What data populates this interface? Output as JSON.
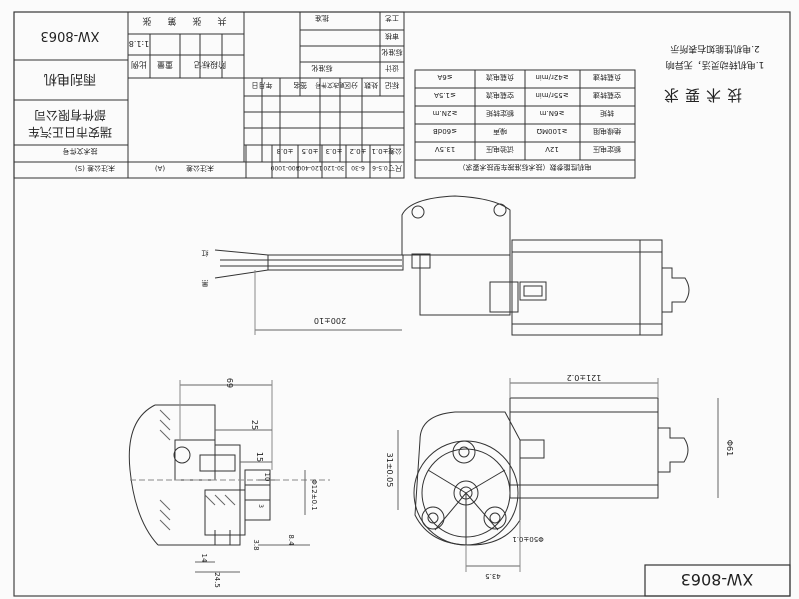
{
  "drawing_number": "XW-8063",
  "title_block": {
    "drawing_no": "XW-8063",
    "scale": "1:1.8",
    "col_labels": [
      "比例",
      "重量",
      "阶段标记"
    ],
    "product_name": "雨刮电机",
    "company_line1": "瑞安市日正汽车",
    "company_line2": "部件有限公司",
    "sign_labels": [
      "设计",
      "标准化",
      "审核",
      "工艺",
      "批准",
      "标记",
      "处数",
      "分区",
      "更改文件号",
      "签名",
      "年月日"
    ],
    "top_labels": [
      "共",
      "张",
      "第",
      "张"
    ],
    "tolerance_labels": [
      "公差",
      "尺寸",
      "未注公差",
      "(A)",
      "未注公差 (S)",
      "技术文件号"
    ]
  },
  "tolerance_table": {
    "sizes": [
      "0.5-6",
      "6-30",
      "30-120",
      "120-400",
      "400-1000"
    ],
    "values": [
      "±0.1",
      "±0.2",
      "±0.3",
      "±0.5",
      "±0.8"
    ]
  },
  "performance_table": {
    "title": "电机性能参数（技术标准按车型技术要求）",
    "rows": [
      [
        "额定电压",
        "12V",
        "试验电压",
        "13.5V"
      ],
      [
        "绝缘电阻",
        "≥100MΩ",
        "噪声",
        "≤60dB"
      ],
      [
        "转矩",
        "≥6N.m",
        "额定转矩",
        "≥2N.m"
      ],
      [
        "空载转速",
        "≥55r/min",
        "空载电流",
        "≤1.5A"
      ],
      [
        "负载转速",
        "≥42r/min",
        "负载电流",
        "≤6A"
      ]
    ]
  },
  "tech_requirements": {
    "heading": "技术要求",
    "items": [
      "1.电机转动灵活，无异响",
      "2.电机性能如右表所示"
    ]
  },
  "wire_labels": [
    "红",
    "黑"
  ],
  "dimensions": {
    "wire_length": "200±10",
    "width_69": "69",
    "d25": "25",
    "d15": "15",
    "d10": "10",
    "h3": "3",
    "d14": "14",
    "d245": "24.5",
    "d12": "Φ12±0.1",
    "d84": "8.4",
    "dc": "3.8",
    "len121": "121±0.2",
    "h31": "31±0.05",
    "phi50": "Φ50±0.1",
    "d435": "43.5",
    "dia61": "Φ61"
  }
}
